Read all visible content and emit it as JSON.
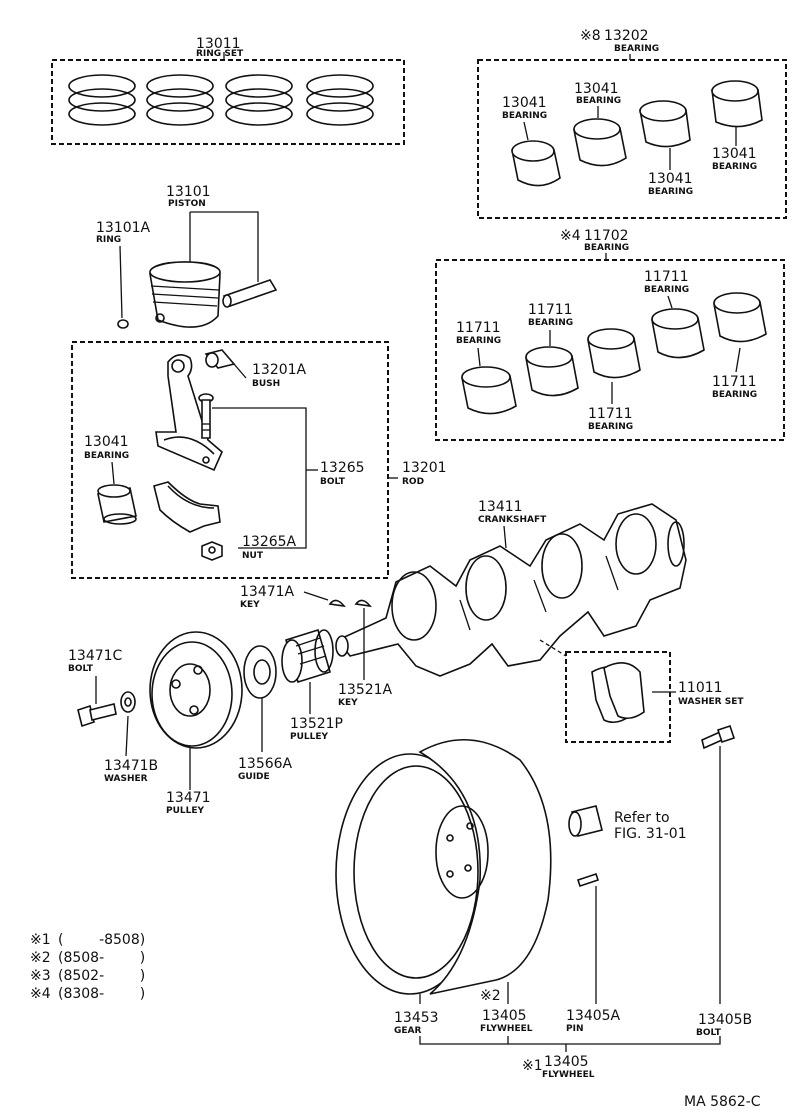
{
  "labels": {
    "ring_set": {
      "num": "13011",
      "name": "RING SET"
    },
    "piston": {
      "num": "13101",
      "name": "PISTON"
    },
    "piston_ring": {
      "num": "13101A",
      "name": "RING"
    },
    "bush": {
      "num": "13201A",
      "name": "BUSH"
    },
    "rod_bearing": {
      "num": "13041",
      "name": "BEARING"
    },
    "rod_bolt": {
      "num": "13265",
      "name": "BOLT"
    },
    "rod_nut": {
      "num": "13265A",
      "name": "NUT"
    },
    "rod": {
      "num": "13201",
      "name": "ROD"
    },
    "bearing_set_8": {
      "mark": "※8",
      "num": "13202",
      "name": "BEARING"
    },
    "bearing_a": {
      "num": "13041",
      "name": "BEARING"
    },
    "bearing_b": {
      "num": "13041",
      "name": "BEARING"
    },
    "bearing_c": {
      "num": "13041",
      "name": "BEARING"
    },
    "bearing_d": {
      "num": "13041",
      "name": "BEARING"
    },
    "bearing_set_4": {
      "mark": "※4",
      "num": "11702",
      "name": "BEARING"
    },
    "main_1": {
      "num": "11711",
      "name": "BEARING"
    },
    "main_2": {
      "num": "11711",
      "name": "BEARING"
    },
    "main_3": {
      "num": "11711",
      "name": "BEARING"
    },
    "main_4": {
      "num": "11711",
      "name": "BEARING"
    },
    "main_5": {
      "num": "11711",
      "name": "BEARING"
    },
    "crankshaft": {
      "num": "13411",
      "name": "CRANKSHAFT"
    },
    "key_a": {
      "num": "13471A",
      "name": "KEY"
    },
    "key_b": {
      "num": "13521A",
      "name": "KEY"
    },
    "washer_set": {
      "num": "11011",
      "name": "WASHER SET"
    },
    "bolt_c": {
      "num": "13471C",
      "name": "BOLT"
    },
    "washer_b": {
      "num": "13471B",
      "name": "WASHER"
    },
    "pulley": {
      "num": "13471",
      "name": "PULLEY"
    },
    "guide": {
      "num": "13566A",
      "name": "GUIDE"
    },
    "crank_pulley": {
      "num": "13521P",
      "name": "PULLEY"
    },
    "refer": {
      "line1": "Refer to",
      "line2": "FIG. 31-01"
    },
    "gear": {
      "num": "13453",
      "name": "GEAR"
    },
    "flywheel_2": {
      "mark": "※2",
      "num": "13405",
      "name": "FLYWHEEL"
    },
    "pin": {
      "num": "13405A",
      "name": "PIN"
    },
    "bolt_b": {
      "num": "13405B",
      "name": "BOLT"
    },
    "flywheel_1": {
      "mark": "※1",
      "num": "13405",
      "name": "FLYWHEEL"
    }
  },
  "legend": [
    {
      "mark": "※1",
      "text": "(        -8508)"
    },
    {
      "mark": "※2",
      "text": "(8508-        )"
    },
    {
      "mark": "※3",
      "text": "(8502-        )"
    },
    {
      "mark": "※4",
      "text": "(8308-        )"
    }
  ],
  "figure_code": "MA 5862-C"
}
